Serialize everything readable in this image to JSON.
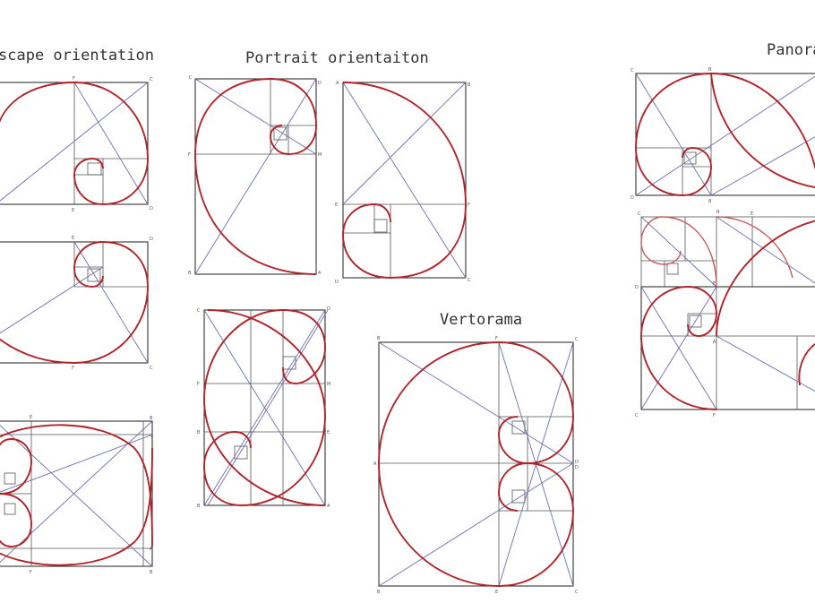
{
  "titles": {
    "landscape": "scape orientation",
    "portrait": "Portrait orientaiton",
    "panorama": "Panora",
    "vertorama": "Vertorama"
  },
  "colors": {
    "spiral": "#b0242a",
    "diagonal": "#6c6fb0",
    "frame": "#333333"
  }
}
